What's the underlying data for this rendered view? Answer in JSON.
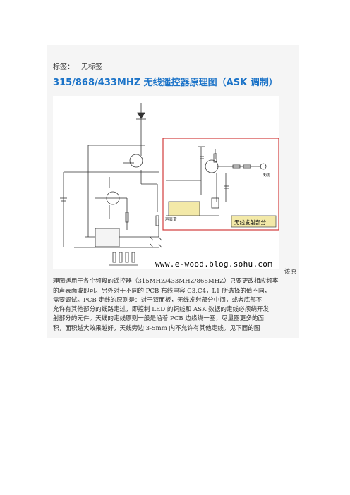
{
  "tags": {
    "label": "标签：",
    "value": "无标签"
  },
  "title": "315/868/433MHZ 无线遥控器原理图（ASK 调制）",
  "schematic": {
    "tx_label": "无线发射部分",
    "chip_label": "声表谐",
    "antenna_label": "天线",
    "url": "www.e-wood.blog.sohu.com"
  },
  "paragraph": {
    "lines": [
      "该原",
      "理图适用于各个频段的遥控器（315MHZ/433MHZ/868MHZ）只要更改相应频率",
      "的声表面波即可。另外对于不同的 PCB 布线电容 C3,C4，L1 所选择的值不同，",
      "需要调试。PCB 走线的原则是：对于双面板，无线发射部分中间，或者底部不",
      "允许有其他部分的线路走过，即控制 LED 的铜线和 ASK 数据的走线必须绕开发",
      "射部分的元件。天线的走线原则一般是沿着 PCB 边缘绕一圈，尽量圈更多的面",
      "积，面积越大效果越好，天线旁边 3-5mm 内不允许有其他走线。见下面的图"
    ]
  }
}
